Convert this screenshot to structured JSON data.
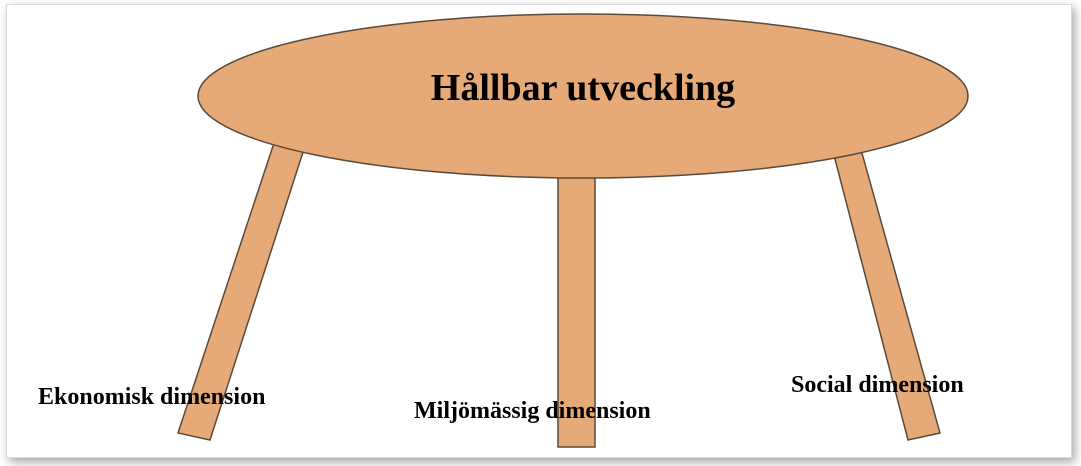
{
  "diagram": {
    "title": "Hållbar utveckling",
    "legs": [
      {
        "label": "Ekonomisk dimension"
      },
      {
        "label": "Miljömässig dimension"
      },
      {
        "label": "Social dimension"
      }
    ]
  },
  "colors": {
    "fill": "#E6A978",
    "stroke": "#5a4a3a",
    "text": "#000000"
  }
}
